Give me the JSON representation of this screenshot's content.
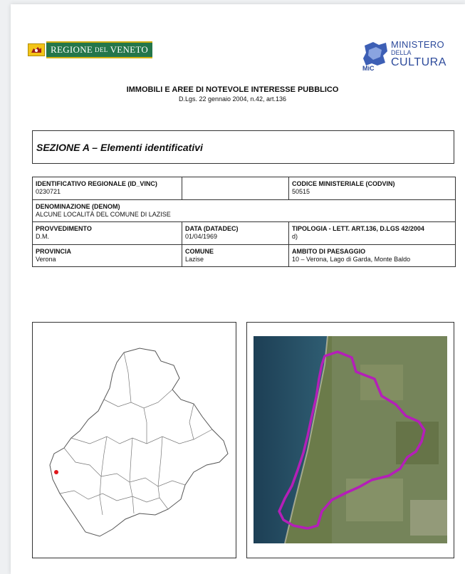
{
  "header": {
    "region_logo": {
      "part1": "REGIONE",
      "part2": "DEL",
      "part3": "VENETO"
    },
    "ministry_logo": {
      "mark": "MiC",
      "line1": "MINISTERO",
      "line2": "DELLA",
      "line3": "CULTURA"
    }
  },
  "document": {
    "title": "IMMOBILI E AREE DI NOTEVOLE INTERESSE PUBBLICO",
    "subtitle": "D.Lgs. 22 gennaio 2004, n.42, art.136",
    "section_title": "SEZIONE A – Elementi identificativi"
  },
  "fields": {
    "id_vinc": {
      "label": "IDENTIFICATIVO REGIONALE (ID_VINC)",
      "value": "0230721"
    },
    "codvin": {
      "label": "CODICE MINISTERIALE (CODVIN)",
      "value": "50515"
    },
    "denom": {
      "label": "DENOMINAZIONE (DENOM)",
      "value": "ALCUNE LOCALITÀ DEL COMUNE DI LAZISE"
    },
    "provvedimento": {
      "label": "PROVVEDIMENTO",
      "value": "D.M."
    },
    "datadec": {
      "label": "DATA (DATADEC)",
      "value": "01/04/1969"
    },
    "tipologia": {
      "label": "TIPOLOGIA - LETT. ART.136, D.LGS 42/2004",
      "value": "d)"
    },
    "provincia": {
      "label": "PROVINCIA",
      "value": "Verona"
    },
    "comune": {
      "label": "COMUNE",
      "value": "Lazise"
    },
    "ambito": {
      "label": "AMBITO DI PAESAGGIO",
      "value": "10 – Verona, Lago di Garda, Monte Baldo"
    }
  },
  "maps": {
    "location_marker_color": "#e0161b",
    "perimeter_color": "#b41fb8"
  }
}
